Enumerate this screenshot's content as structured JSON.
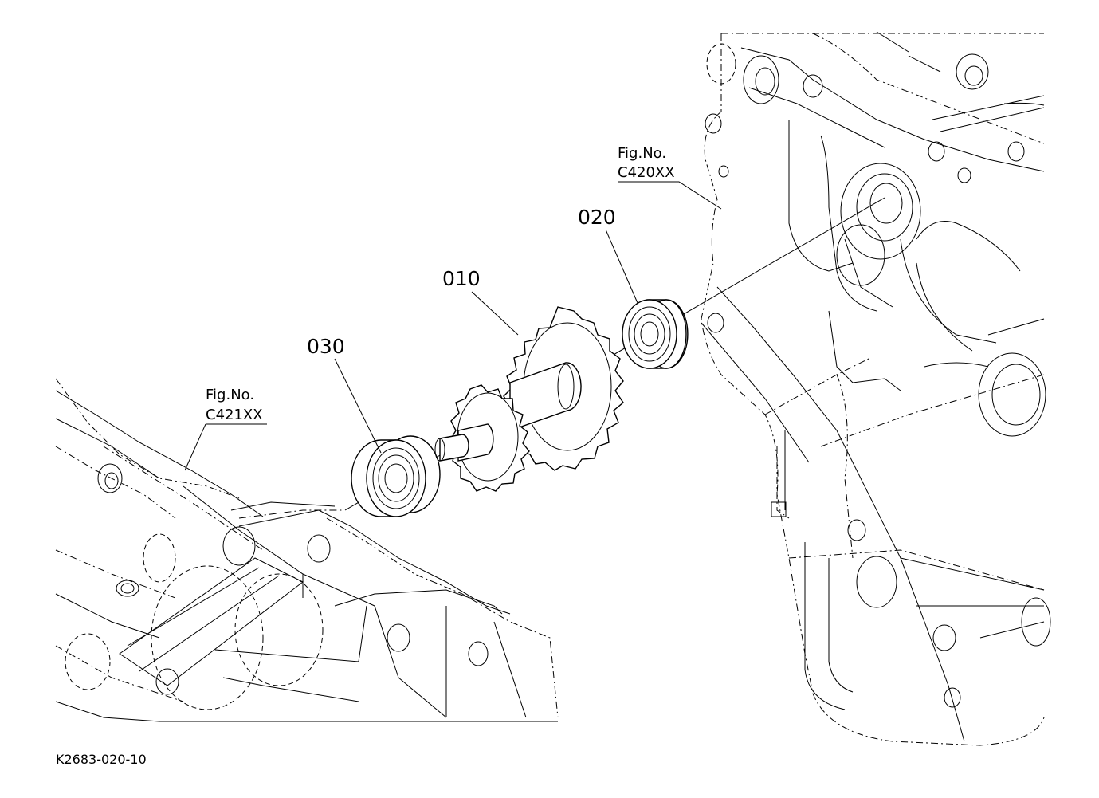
{
  "parts": [
    {
      "id": "010",
      "kind": "gear-shaft"
    },
    {
      "id": "020",
      "kind": "bearing"
    },
    {
      "id": "030",
      "kind": "bearing"
    }
  ],
  "references": [
    {
      "line1": "Fig.No.",
      "line2": "C420XX"
    },
    {
      "line1": "Fig.No.",
      "line2": "C421XX"
    }
  ],
  "image_code": "K2683-020-10"
}
